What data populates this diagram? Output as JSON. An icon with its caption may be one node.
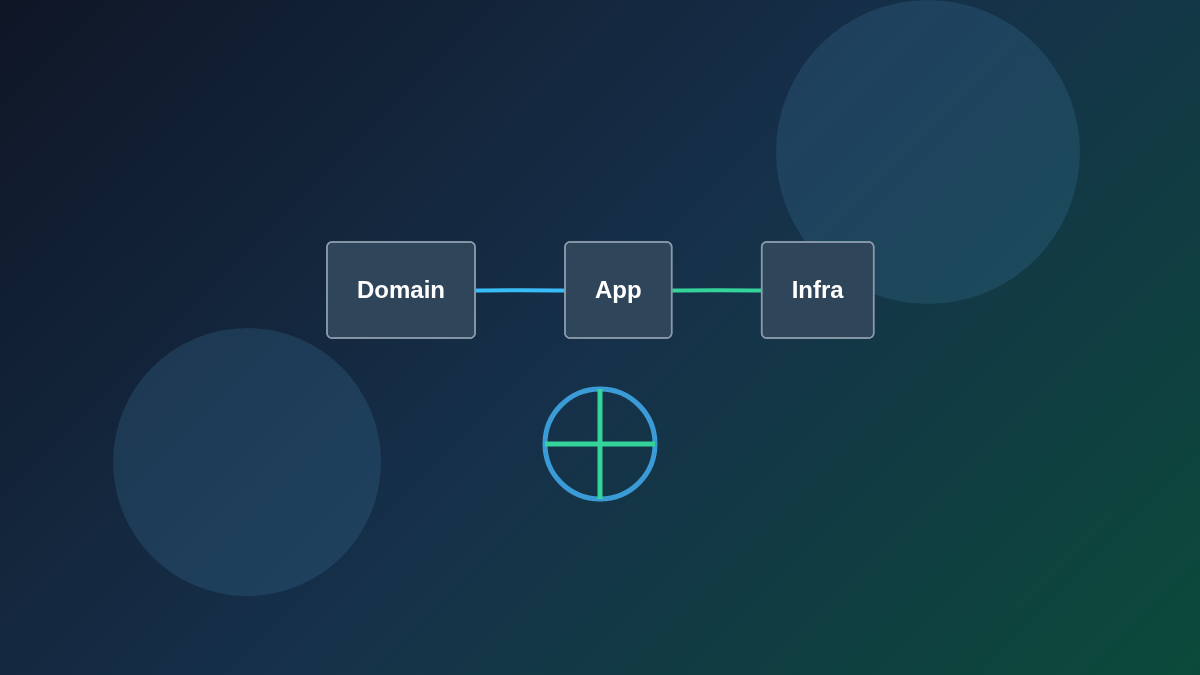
{
  "diagram": {
    "nodes": [
      {
        "text": [
          "Domain"
        ]
      },
      {
        "text": [
          "App"
        ]
      },
      {
        "text": [
          "Infra"
        ]
      }
    ],
    "edges": [
      {
        "from": 0,
        "to": 1,
        "arrow": "none",
        "color": "#38bdf8"
      },
      {
        "from": 1,
        "to": 2,
        "arrow": "none",
        "color": "#34d399"
      }
    ]
  }
}
